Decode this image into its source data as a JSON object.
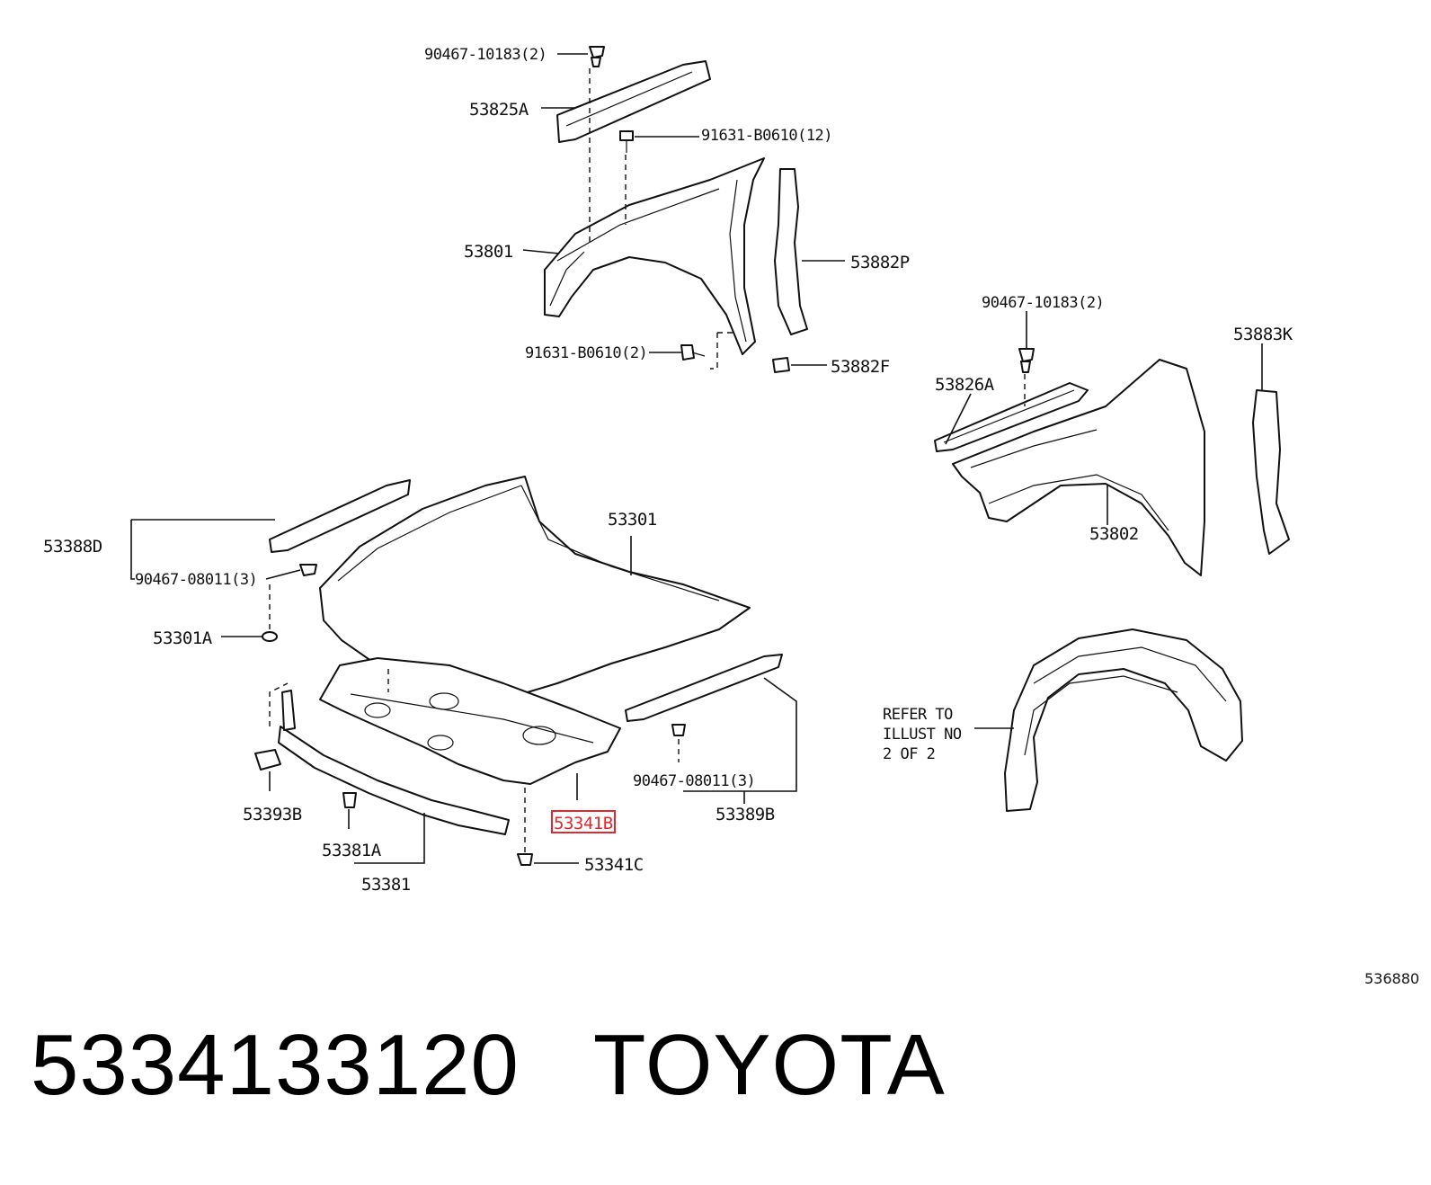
{
  "labels": {
    "l_90467_10183_top": "90467-10183(2)",
    "l_53825A": "53825A",
    "l_91631_B0610_12": "91631-B0610(12)",
    "l_53801": "53801",
    "l_53882P": "53882P",
    "l_91631_B0610_2": "91631-B0610(2)",
    "l_53882F": "53882F",
    "l_90467_10183_right": "90467-10183(2)",
    "l_53883K": "53883K",
    "l_53826A": "53826A",
    "l_53802": "53802",
    "l_53388D": "53388D",
    "l_90467_08011_left": "90467-08011(3)",
    "l_53301": "53301",
    "l_53301A": "53301A",
    "l_53393B": "53393B",
    "l_53381A": "53381A",
    "l_53381": "53381",
    "l_53341B": "53341B",
    "l_53341C": "53341C",
    "l_90467_08011_right": "90467-08011(3)",
    "l_53389B": "53389B",
    "refer_line1": "REFER TO",
    "refer_line2": "ILLUST NO",
    "refer_line3": "2 OF 2",
    "diagram_code": "536880"
  },
  "highlight_color": "#e0282e",
  "footer": {
    "part_number": "5334133120",
    "brand": "TOYOTA"
  }
}
